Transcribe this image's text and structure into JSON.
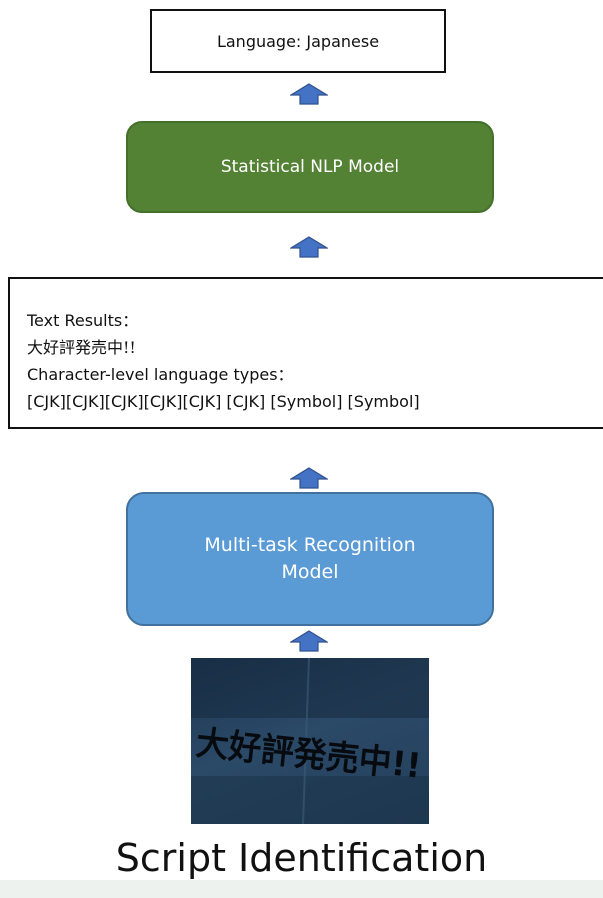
{
  "language_box": {
    "text": "Language: Japanese"
  },
  "nlp_model": {
    "label": "Statistical NLP Model"
  },
  "results": {
    "title": "Text Results：",
    "text": "大好評発売中!!",
    "types_title": "Character-level language types：",
    "types": "[CJK][CJK][CJK][CJK][CJK] [CJK] [Symbol] [Symbol]"
  },
  "recognition_model": {
    "line1": "Multi-task Recognition",
    "line2": "Model"
  },
  "scene_image": {
    "text": "大好評発売中!!"
  },
  "caption": "Script Identification",
  "colors": {
    "arrow": "#4472c4",
    "nlp_fill": "#548235",
    "recognition_fill": "#5b9bd5"
  },
  "icons": {
    "arrow": "up-arrow-icon"
  }
}
